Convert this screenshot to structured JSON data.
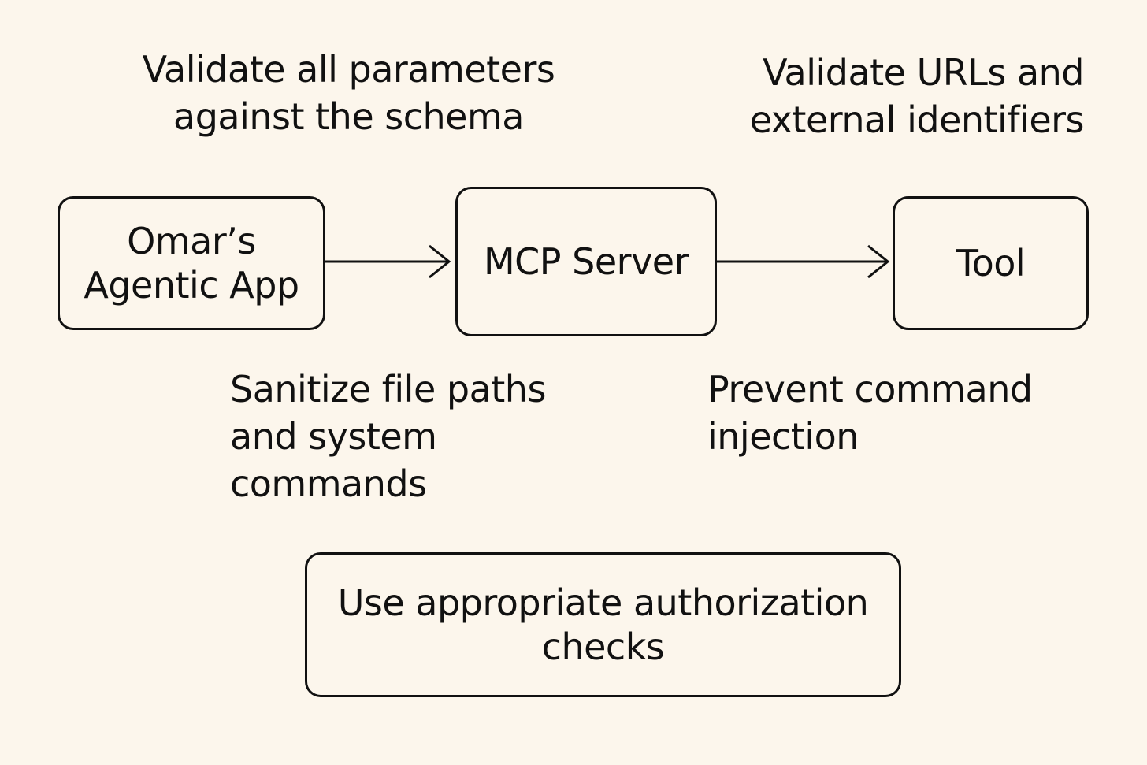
{
  "notes": {
    "validate_params": [
      "Validate all parameters",
      "against the schema"
    ],
    "validate_urls": [
      "Validate URLs and",
      "external identifiers"
    ],
    "sanitize": [
      "Sanitize file paths",
      "and system",
      "commands"
    ],
    "prevent_injection": [
      "Prevent command",
      "injection"
    ]
  },
  "nodes": {
    "app": [
      "Omar’s",
      "Agentic App"
    ],
    "server": [
      "MCP Server"
    ],
    "tool": [
      "Tool"
    ],
    "authorization": [
      "Use appropriate authorization",
      "checks"
    ]
  },
  "colors": {
    "background": "#fcf6ec",
    "stroke": "#111111"
  }
}
